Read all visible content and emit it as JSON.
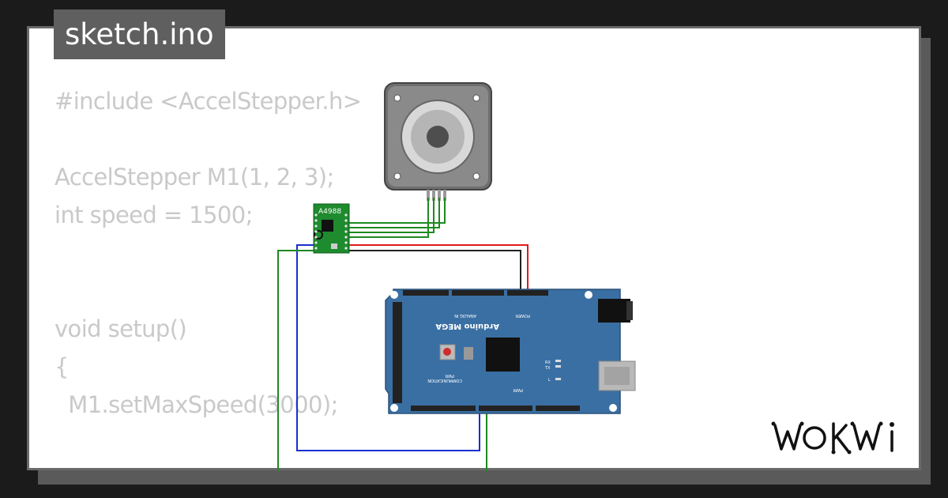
{
  "file_tab": {
    "name": "sketch.ino"
  },
  "code_lines": [
    "#include <AccelStepper.h>",
    "",
    "AccelStepper M1(1, 2, 3);",
    "int speed = 1500;",
    "",
    "",
    "void setup()",
    "{",
    "  M1.setMaxSpeed(3000);",
    "",
    "}"
  ],
  "driver": {
    "label": "A4988"
  },
  "board": {
    "name": "Arduino MEGA",
    "sections": {
      "analog_in": "ANALOG IN",
      "power": "POWER",
      "communication": "COMMUNICATION",
      "pwm": "PWM"
    },
    "leds": [
      "RX",
      "TX",
      "L"
    ],
    "pwr_label": "PWR"
  },
  "brand": {
    "logo": "WOKWi"
  },
  "colors": {
    "wire_green": "#1f8a1f",
    "wire_blue": "#1a2fd0",
    "wire_red": "#e01b1b",
    "wire_black": "#222222",
    "board_blue": "#3a6fa3"
  }
}
